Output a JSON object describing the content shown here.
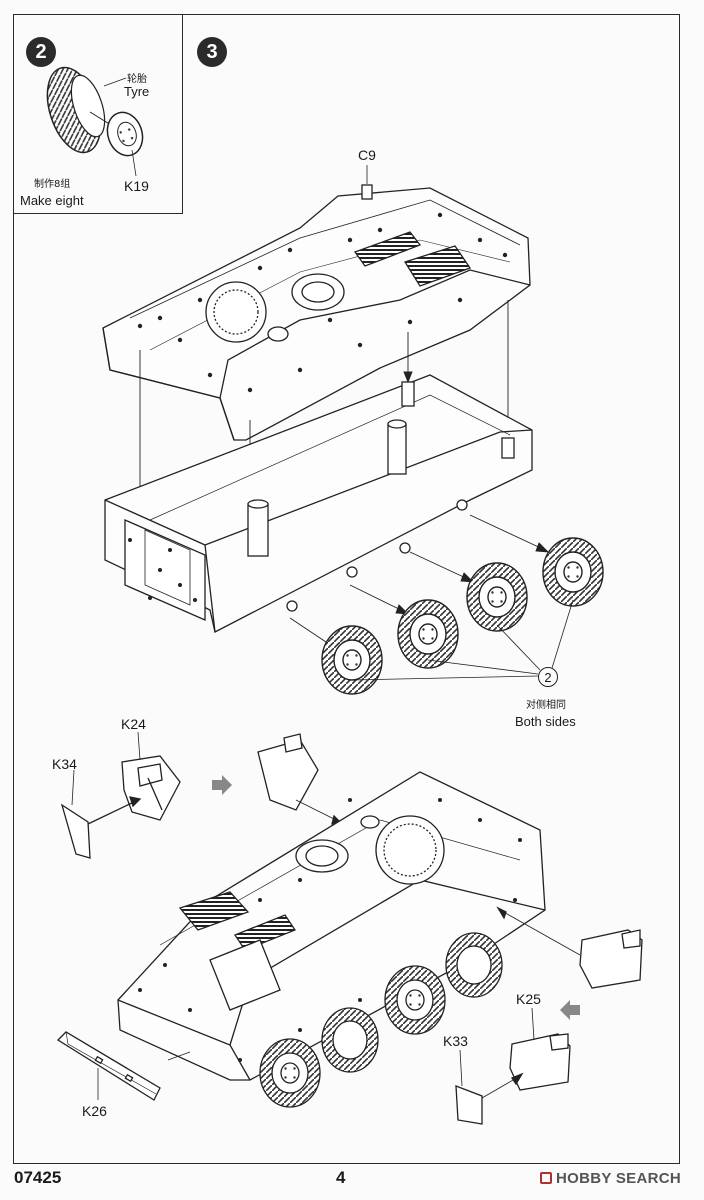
{
  "step2": {
    "number": "2",
    "tyre_cn": "轮胎",
    "tyre_en": "Tyre",
    "part": "K19",
    "make_cn": "制作8组",
    "make_en": "Make eight"
  },
  "step3": {
    "number": "3",
    "part_top": "C9",
    "ref_circle": "2",
    "both_cn": "对侧相同",
    "both_en": "Both sides",
    "parts": {
      "k24": "K24",
      "k34": "K34",
      "k25": "K25",
      "k33": "K33",
      "k26": "K26"
    }
  },
  "footer": {
    "product_code": "07425",
    "page_number": "4",
    "watermark_brand": "HOBBY",
    "watermark_suffix": "SEARCH"
  }
}
